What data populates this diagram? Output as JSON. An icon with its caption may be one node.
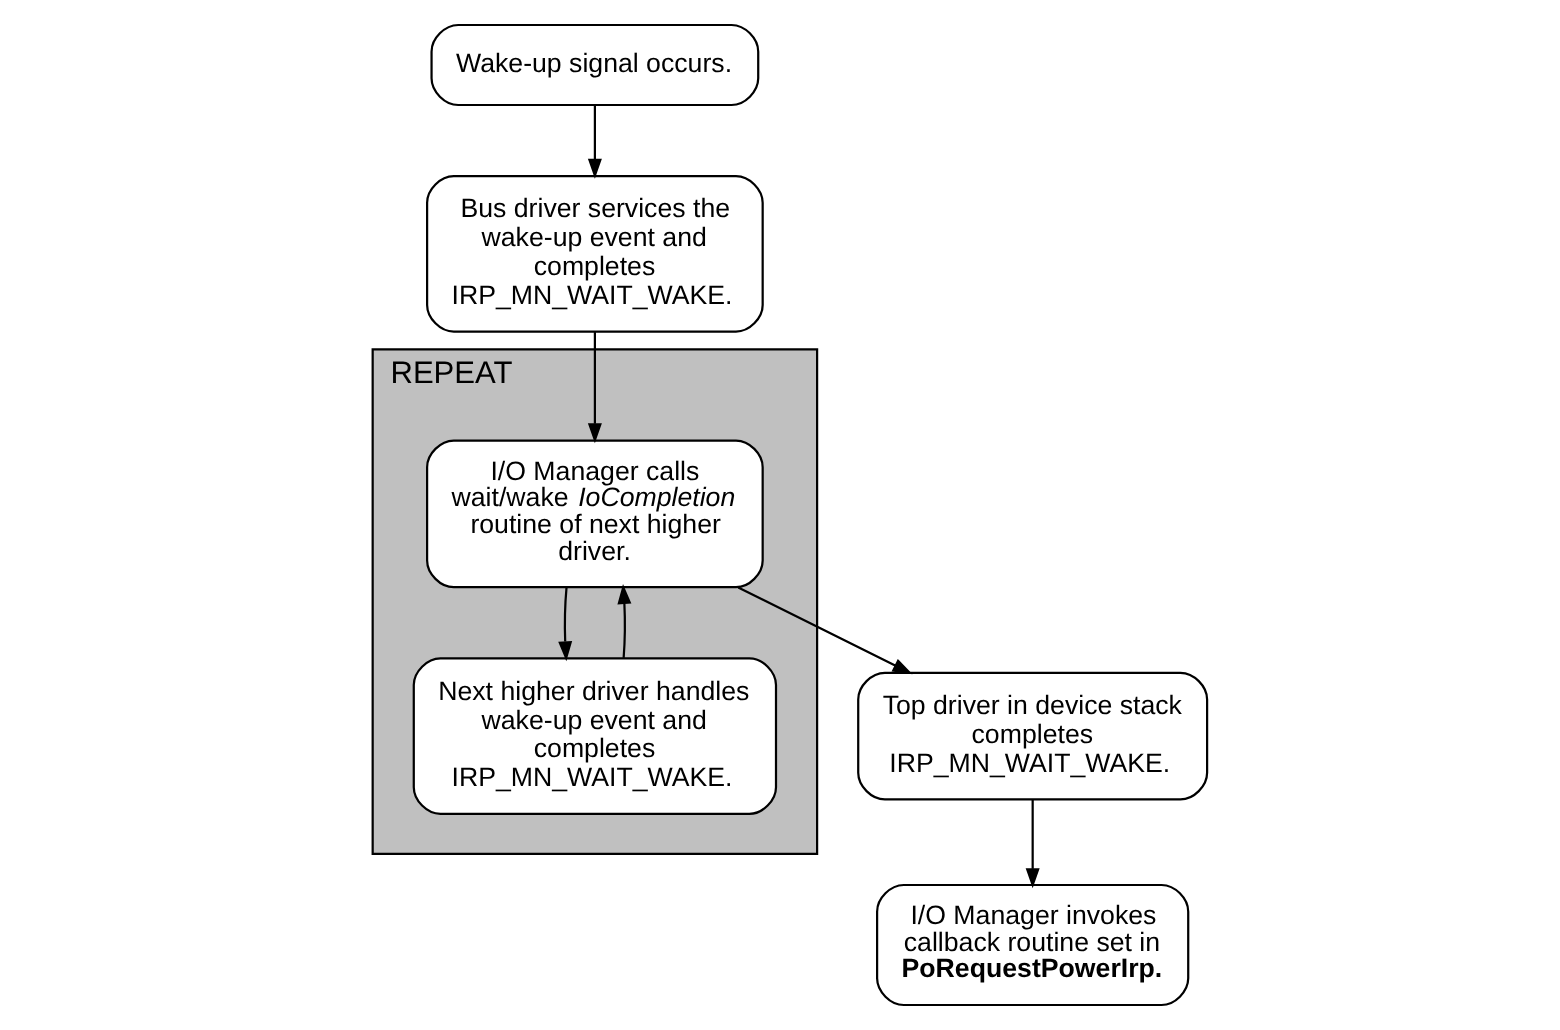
{
  "diagram": {
    "nodes": [
      {
        "text": [
          "Wake-up signal occurs."
        ]
      },
      {
        "text": [
          "Bus driver services the wake-up event and completes IRP_MN_WAIT_WAKE."
        ]
      },
      {
        "text": [
          "I/O Manager invokes callback routine set in **PoRequestPowerIrp.**"
        ]
      },
      {
        "text": [
          "REPEAT"
        ]
      },
      {
        "text": [
          "I/O Manager calls wait/wake *IoCompletion* routine of next higher driver."
        ],
        "in": 3
      },
      {
        "text": [
          "Top driver in device stack completes IRP_MN_WAIT_WAKE."
        ]
      },
      {
        "text": [
          "Next higher driver handles wake-up event and completes IRP_MN_WAIT_WAKE."
        ],
        "in": 3
      }
    ],
    "edges": [
      {
        "from": 0,
        "to": 1,
        "arrow": "to"
      },
      {
        "from": 1,
        "to": 4,
        "arrow": "to"
      },
      {
        "from": 4,
        "to": 6,
        "arrow": "to"
      },
      {
        "from": 6,
        "to": 4,
        "arrow": "to"
      },
      {
        "from": 4,
        "to": 5,
        "arrow": "to"
      },
      {
        "from": 5,
        "to": 2,
        "arrow": "to"
      }
    ]
  }
}
